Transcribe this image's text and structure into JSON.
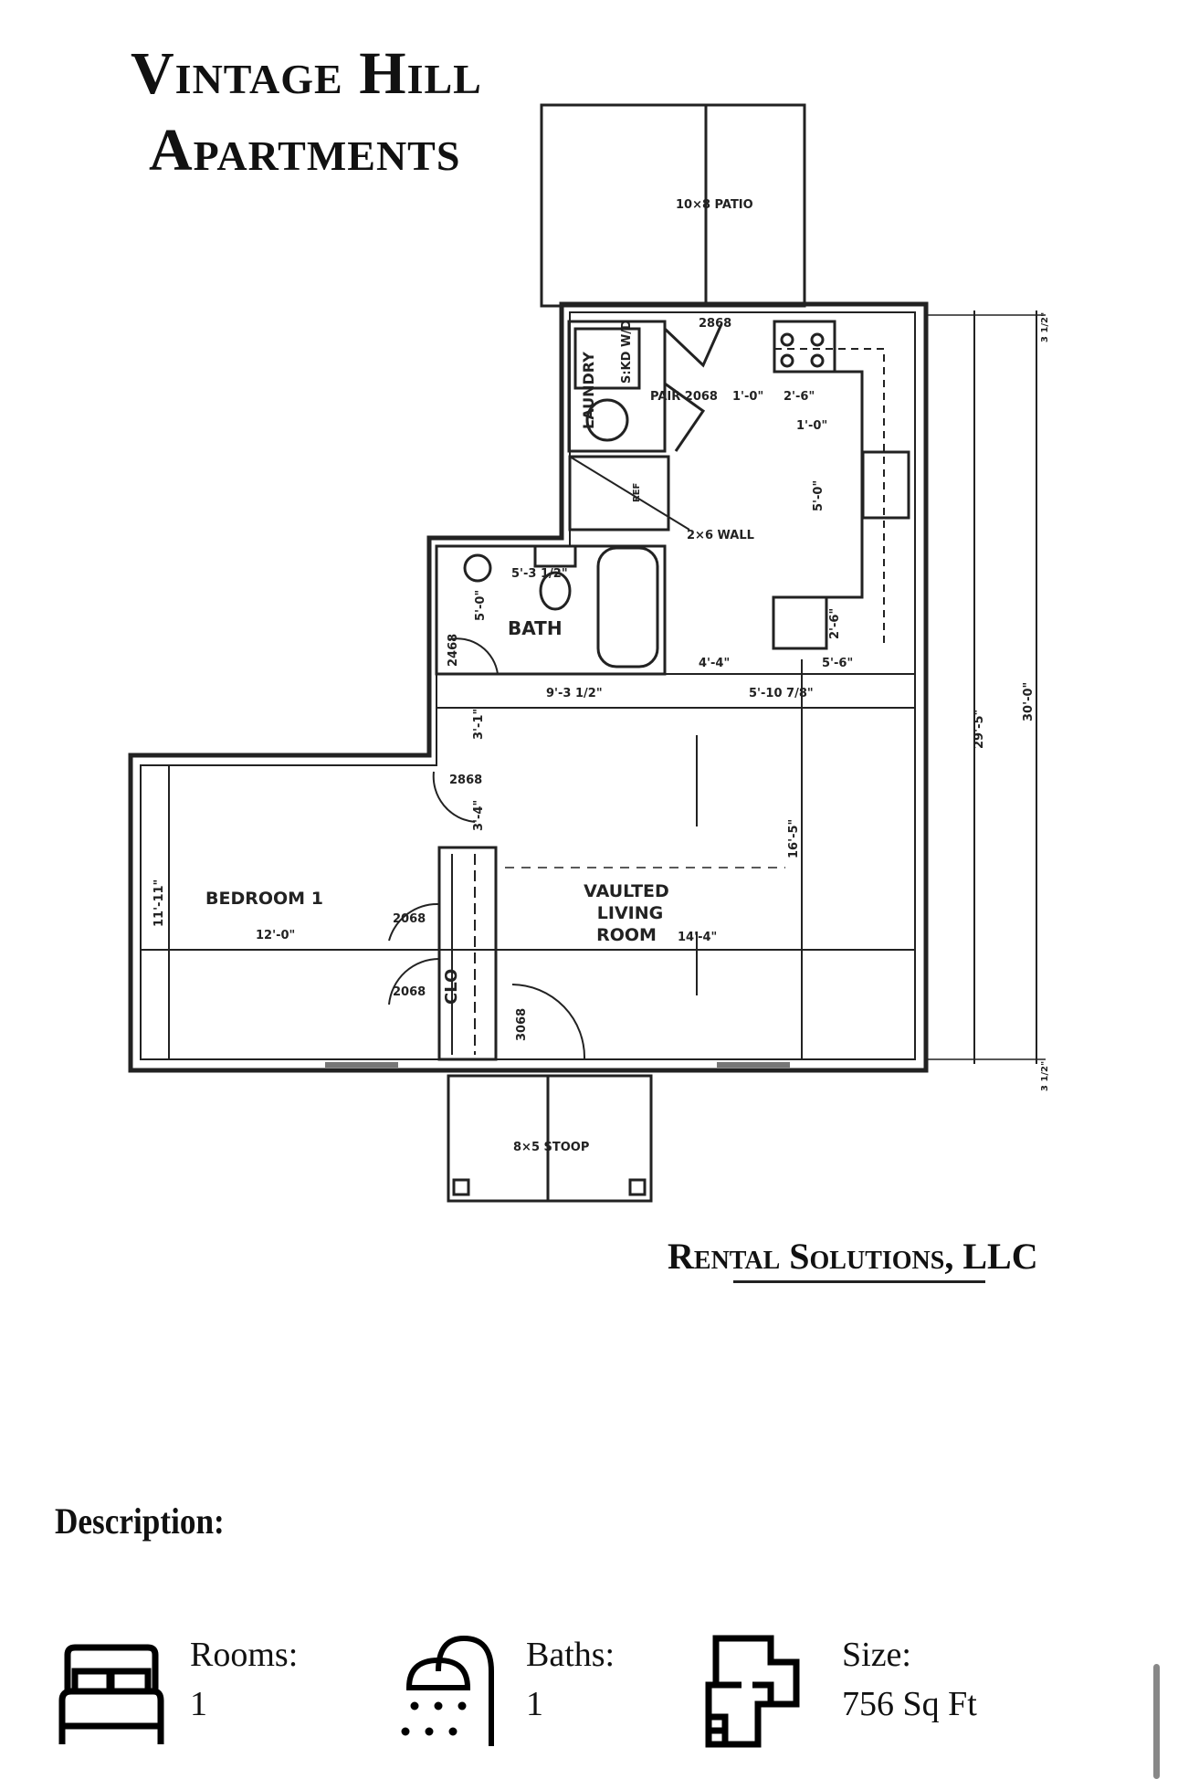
{
  "header": {
    "title_line1": "Vintage Hill",
    "title_line2": "Apartments"
  },
  "floorplan": {
    "patio": "10×8 PATIO",
    "laundry": "LAUNDRY",
    "laundry_unit": "S:KD W/D",
    "pantry": "PAIR 2068",
    "ref": "REF",
    "wall": "2×6 WALL",
    "bath": "BATH",
    "bedroom": "BEDROOM 1",
    "bedroom_width": "12'-0\"",
    "bedroom_depth": "11'-11\"",
    "living_line1": "VAULTED",
    "living_line2": "LIVING",
    "living_line3": "ROOM",
    "living_width": "14'-4\"",
    "living_depth": "16'-5\"",
    "closet": "CLO",
    "stoop": "8×5 STOOP",
    "door_top": "2868",
    "door_bath": "2468",
    "door_bed": "2868",
    "door_clo1": "2068",
    "door_clo2": "2068",
    "door_entry": "3068",
    "dim_bath_top": "5'-3 1/2\"",
    "dim_4_4": "4'-4\"",
    "dim_5_6": "5'-6\"",
    "dim_9_3": "9'-3 1/2\"",
    "dim_5_10": "5'-10 7/8\"",
    "dim_1_0a": "1'-0\"",
    "dim_2_6": "2'-6\"",
    "dim_1_0b": "1'-0\"",
    "dim_5_0": "5'-0\"",
    "dim_2_6b": "2'-6\"",
    "dim_3_1": "3'-1\"",
    "dim_3_4": "3'-4\"",
    "dim_5_0b": "5'-0\"",
    "dim_29_5": "29'-5\"",
    "dim_30_0": "30'-0\"",
    "dim_3_half_top": "3 1/2\"",
    "dim_3_half_bot": "3 1/2\""
  },
  "brand": "Rental Solutions, LLC",
  "description": {
    "heading": "Description:"
  },
  "features": [
    {
      "icon": "bed-icon",
      "label": "Rooms:",
      "value": "1"
    },
    {
      "icon": "shower-icon",
      "label": "Baths:",
      "value": "1"
    },
    {
      "icon": "floorplan-icon",
      "label": "Size:",
      "value": "756 Sq Ft"
    }
  ]
}
